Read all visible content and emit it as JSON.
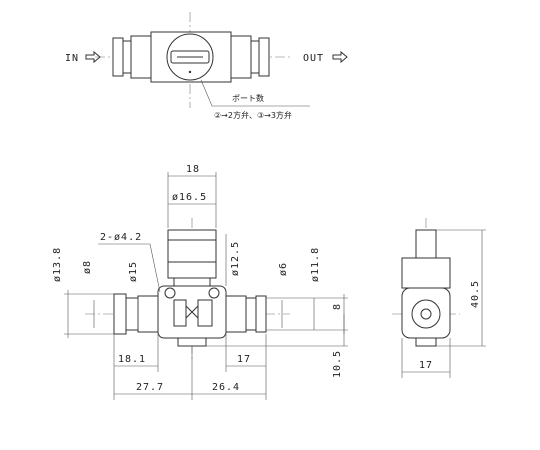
{
  "top_view": {
    "in_label": "IN",
    "out_label": "OUT",
    "port_note_title": "ポート数",
    "port_note_detail": "②→2方弁、③→3方弁"
  },
  "front_view": {
    "dims": {
      "top_width": "18",
      "handle_dia": "ø16.5",
      "hole": "2-ø4.2",
      "outer_dia": "ø13.8",
      "tube_dia": "ø8",
      "body_dia": "ø15",
      "handle_stem": "ø12.5",
      "right_tube": "ø6",
      "right_outer": "ø11.8",
      "center_height": "8",
      "bottom_offset": "10.5",
      "left_len": "18.1",
      "right_len": "17",
      "left_total": "27.7",
      "right_total": "26.4"
    }
  },
  "side_view": {
    "dims": {
      "height": "40.5",
      "width": "17"
    }
  }
}
